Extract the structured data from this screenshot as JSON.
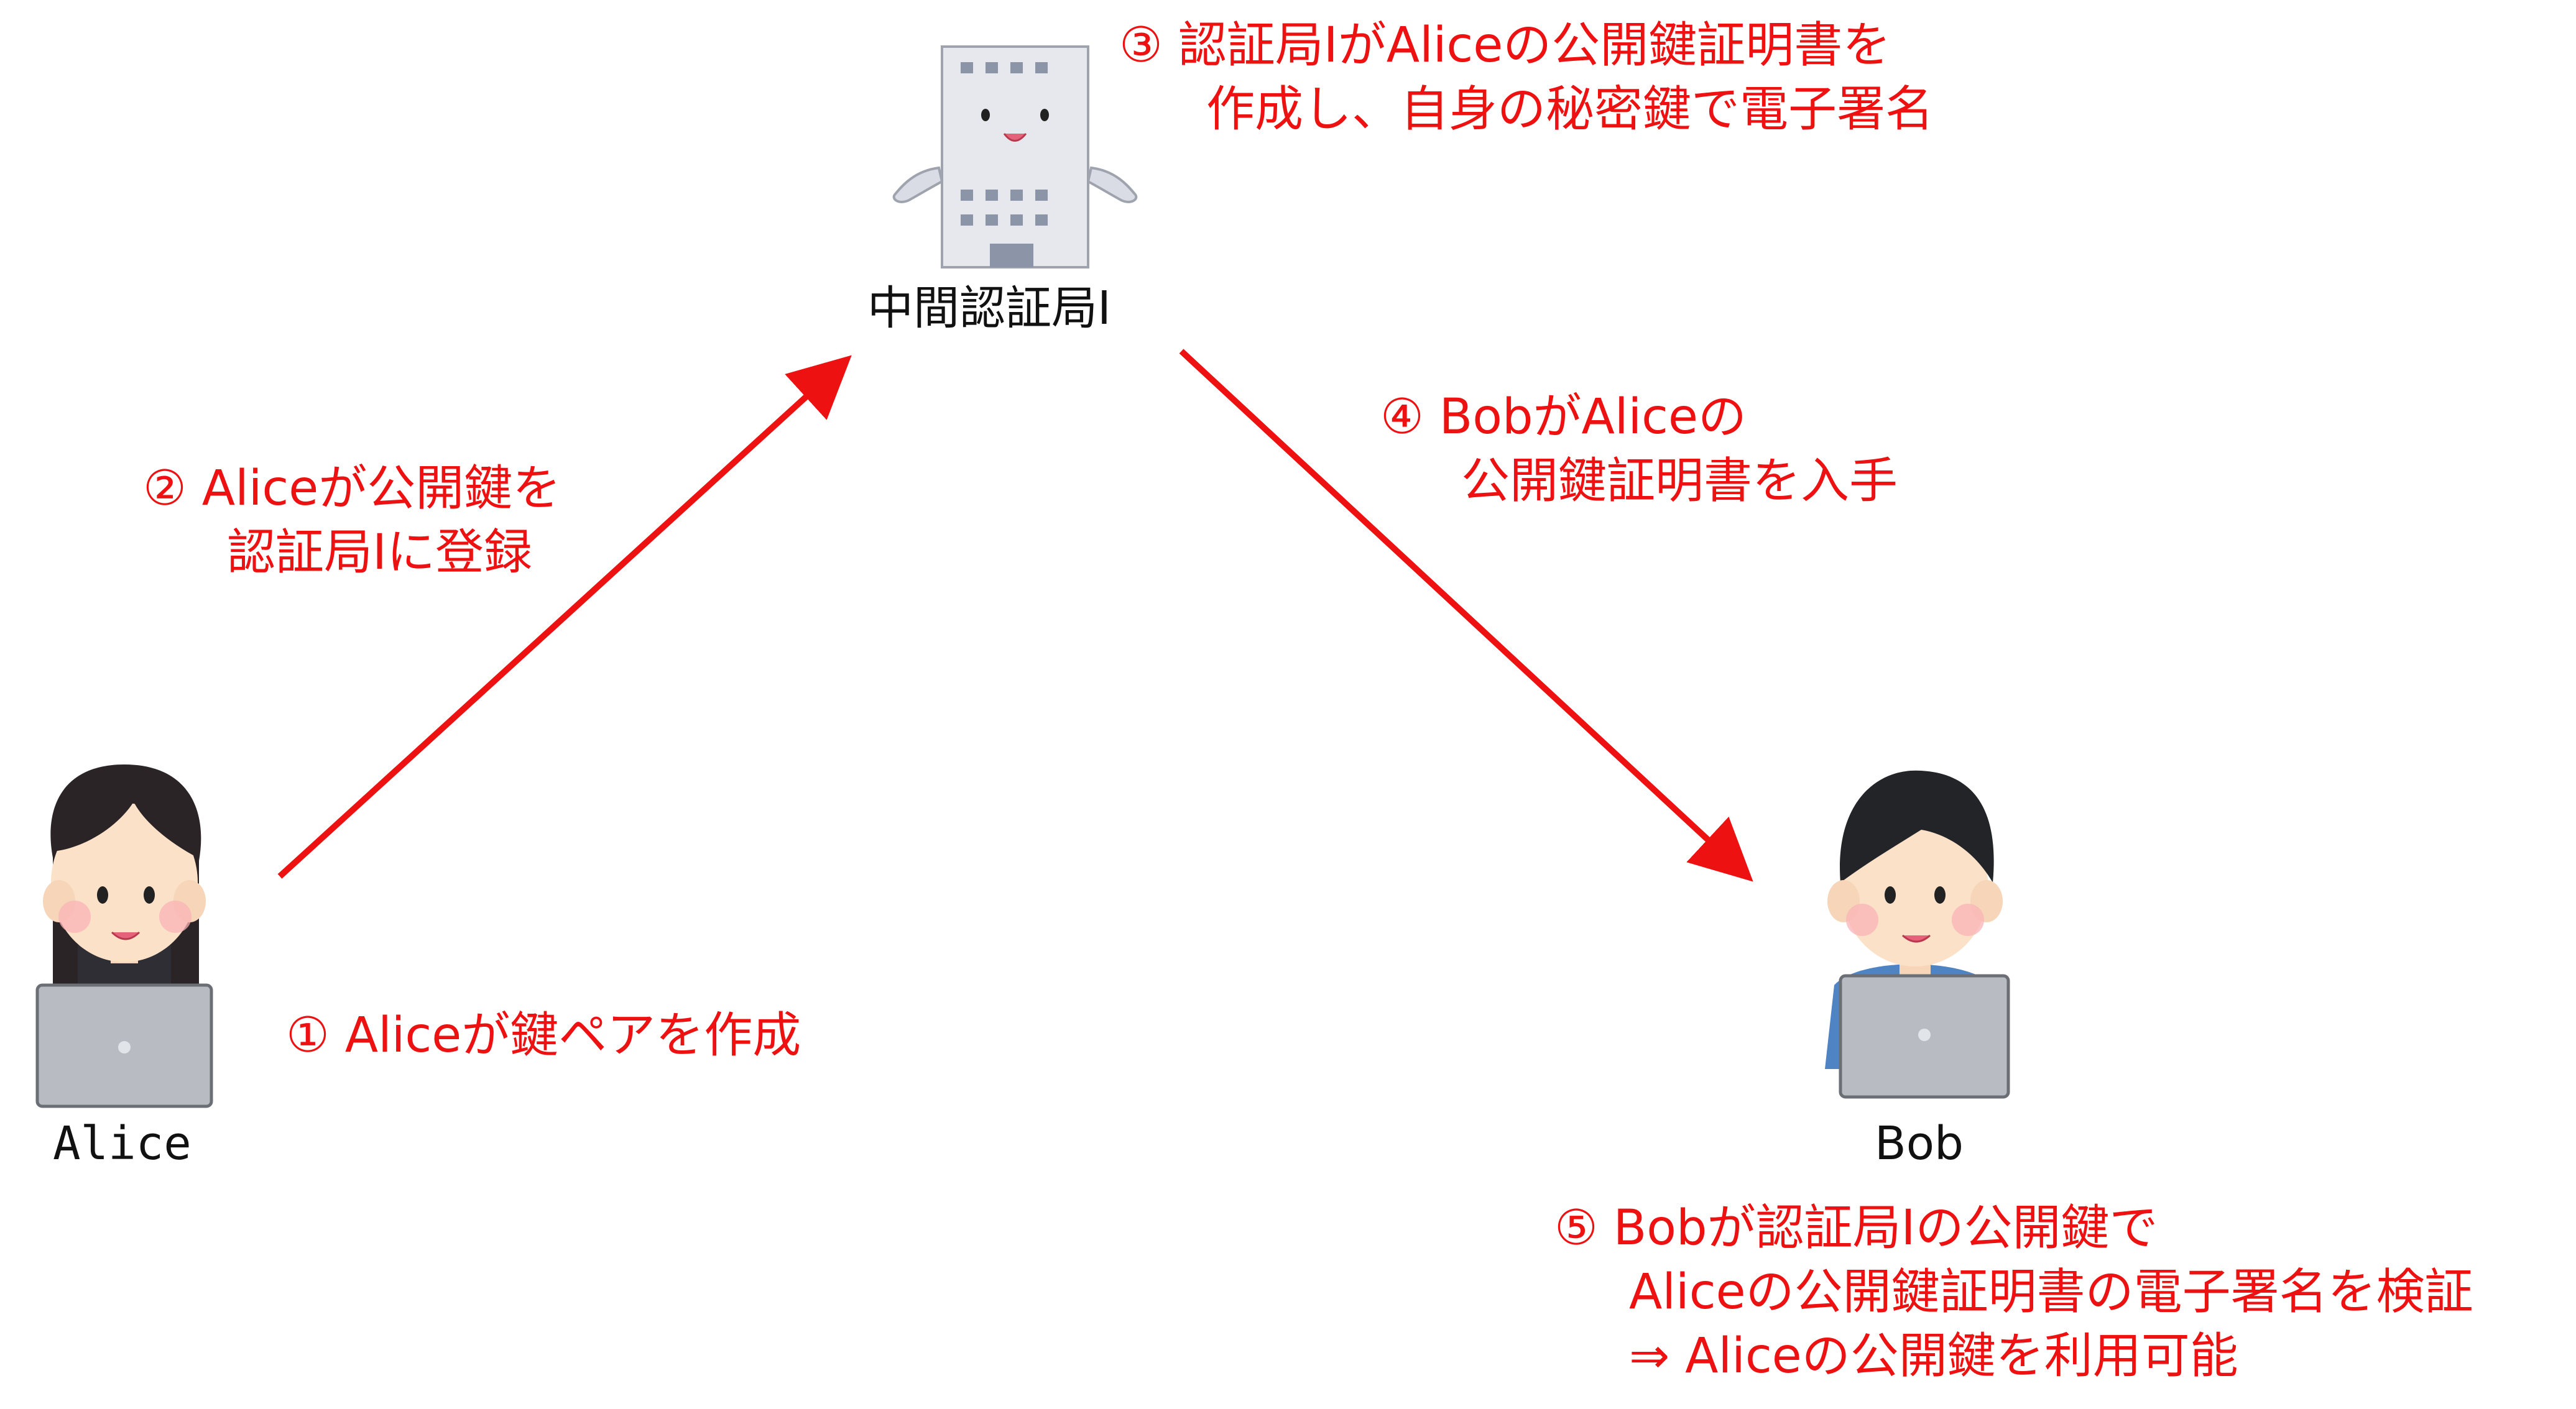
{
  "nodes": {
    "ca": {
      "label": "中間認証局I"
    },
    "alice": {
      "label": "Alice"
    },
    "bob": {
      "label": "Bob"
    }
  },
  "steps": {
    "s1": {
      "lines": [
        "① Aliceが鍵ペアを作成"
      ]
    },
    "s2": {
      "lines": [
        "② Aliceが公開鍵を",
        "認証局Iに登録"
      ]
    },
    "s3": {
      "lines": [
        "③ 認証局IがAliceの公開鍵証明書を",
        "作成し、自身の秘密鍵で電子署名"
      ]
    },
    "s4": {
      "lines": [
        "④ BobがAliceの",
        "公開鍵証明書を入手"
      ]
    },
    "s5": {
      "lines": [
        "⑤ Bobが認証局Iの公開鍵で",
        "Aliceの公開鍵証明書の電子署名を検証",
        "⇒ Aliceの公開鍵を利用可能"
      ]
    }
  },
  "colors": {
    "arrow": "#ee1111",
    "step_text": "#ee1111",
    "node_text": "#111111"
  },
  "icons": {
    "ca": "building-mascot-icon",
    "alice": "woman-with-laptop-icon",
    "bob": "man-with-laptop-icon"
  }
}
